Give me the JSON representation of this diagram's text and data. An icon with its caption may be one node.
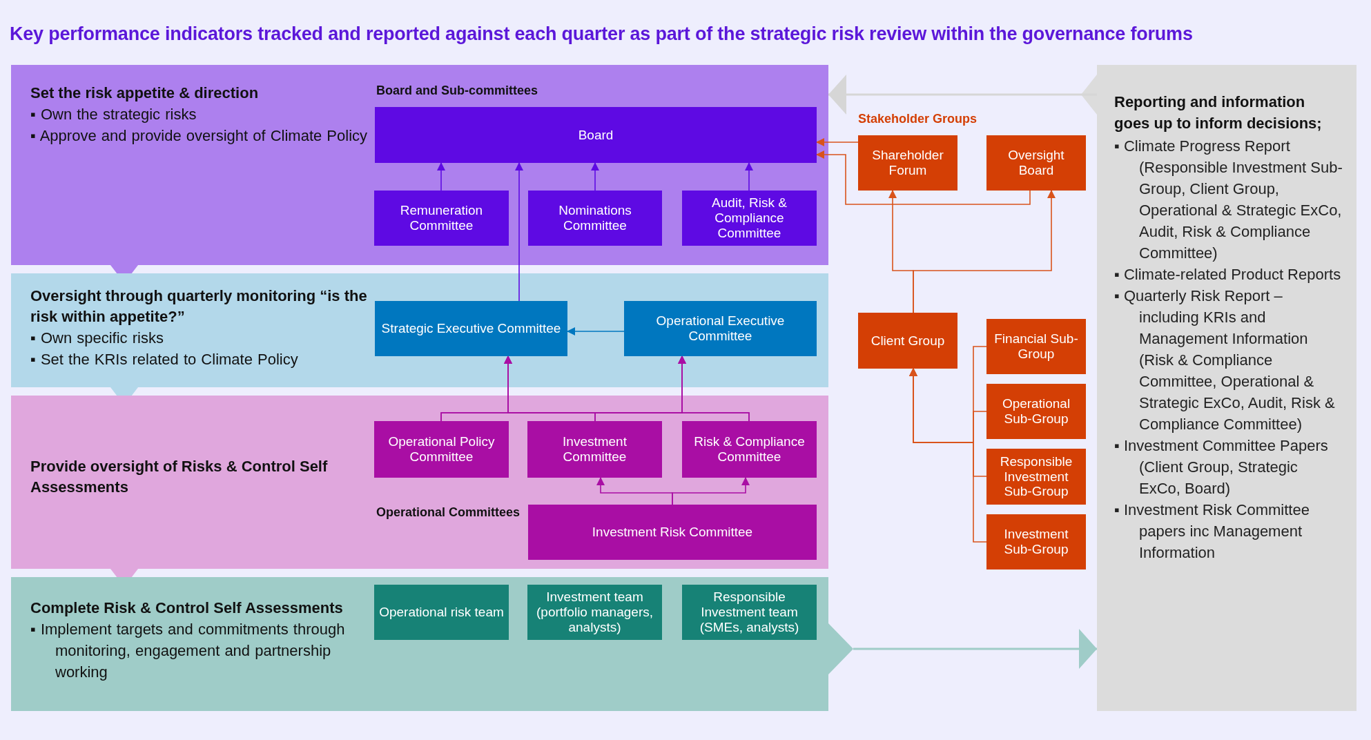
{
  "diagram": {
    "title": "Key performance indicators tracked and reported against each quarter as part of the strategic risk review within the governance forums",
    "nodes": [
      {
        "text": [
          "Set the risk appetite & direction",
          "▪ Own the strategic risks",
          "▪ Approve and provide oversight of Climate Policy"
        ]
      },
      {
        "text": [
          "Board"
        ],
        "in": 0
      },
      {
        "text": [
          "Remuneration Committee"
        ],
        "in": 0
      },
      {
        "text": [
          "Nominations Committee"
        ],
        "in": 0
      },
      {
        "text": [
          "Audit, Risk & Compliance Committee"
        ],
        "in": 0
      },
      {
        "text": [
          "Oversight through quarterly monitoring “is the risk within appetite?”",
          "▪ Own specific risks",
          "▪ Set the KRIs related to Climate Policy"
        ]
      },
      {
        "text": [
          "Strategic Executive Committee"
        ],
        "in": 5
      },
      {
        "text": [
          "Operational Executive Committee"
        ],
        "in": 5
      },
      {
        "text": [
          "Provide oversight of Risks & Control Self Assessments"
        ]
      },
      {
        "text": [
          "Operational Policy Committee"
        ],
        "in": 8
      },
      {
        "text": [
          "Investment Committee"
        ],
        "in": 8
      },
      {
        "text": [
          "Risk & Compliance Committee"
        ],
        "in": 8
      },
      {
        "text": [
          "Investment Risk Committee"
        ],
        "in": 8
      },
      {
        "text": [
          "Complete Risk & Control Self Assessments",
          "▪ Implement targets and commitments through monitoring, engagement and partnership working"
        ]
      },
      {
        "text": [
          "Operational risk team"
        ],
        "in": 13
      },
      {
        "text": [
          "Investment team (portfolio managers, analysts)"
        ],
        "in": 13
      },
      {
        "text": [
          "Responsible Investment team (SMEs, analysts)"
        ],
        "in": 13
      },
      {
        "text": [
          "Shareholder Forum"
        ]
      },
      {
        "text": [
          "Oversight Board"
        ]
      },
      {
        "text": [
          "Client Group"
        ]
      },
      {
        "text": [
          "Financial Sub-Group"
        ]
      },
      {
        "text": [
          "Operational Sub-Group"
        ]
      },
      {
        "text": [
          "Responsible Investment Sub-Group"
        ]
      },
      {
        "text": [
          "Investment Sub-Group"
        ]
      },
      {
        "text": [
          "Reporting and information goes up to inform decisions;",
          "▪ Climate Progress Report (Responsible Investment Sub-Group, Client Group, Operational & Strategic ExCo, Audit, Risk & Compliance Committee)",
          "▪ Climate-related Product Reports",
          "▪ Quarterly Risk Report – including KRIs and Management Information (Risk & Compliance Committee, Operational & Strategic ExCo, Audit, Risk & Compliance Committee)",
          "▪ Investment Committee Papers (Client Group, Strategic ExCo, Board)",
          "▪ Investment Risk Committee papers inc Management Information"
        ]
      }
    ],
    "edges": [
      {
        "from": 2,
        "to": 1,
        "arrow": "to",
        "color": "#5e0ae3"
      },
      {
        "from": 3,
        "to": 1,
        "arrow": "to",
        "color": "#5e0ae3"
      },
      {
        "from": 4,
        "to": 1,
        "arrow": "to",
        "color": "#5e0ae3"
      },
      {
        "from": 6,
        "to": 1,
        "arrow": "to",
        "color": "#5e0ae3"
      },
      {
        "from": 7,
        "to": 6,
        "arrow": "to",
        "color": "#0077bf"
      },
      {
        "from": 9,
        "to": 6,
        "arrow": "to",
        "color": "#a90ea4"
      },
      {
        "from": 10,
        "to": 6,
        "arrow": "to",
        "color": "#a90ea4"
      },
      {
        "from": 11,
        "to": 6,
        "arrow": "to",
        "color": "#a90ea4"
      },
      {
        "from": 9,
        "to": 7,
        "arrow": "to",
        "color": "#a90ea4"
      },
      {
        "from": 10,
        "to": 7,
        "arrow": "to",
        "color": "#a90ea4"
      },
      {
        "from": 11,
        "to": 7,
        "arrow": "to",
        "color": "#a90ea4"
      },
      {
        "from": 12,
        "to": 10,
        "arrow": "to",
        "color": "#a90ea4"
      },
      {
        "from": 12,
        "to": 11,
        "arrow": "to",
        "color": "#a90ea4"
      },
      {
        "from": 17,
        "to": 1,
        "arrow": "to",
        "color": "#d9531b"
      },
      {
        "from": 18,
        "to": 1,
        "arrow": "to",
        "color": "#d9531b"
      },
      {
        "from": 19,
        "to": 17,
        "arrow": "to",
        "color": "#d9531b"
      },
      {
        "from": 19,
        "to": 18,
        "arrow": "to",
        "color": "#d9531b"
      },
      {
        "from": 20,
        "to": 19,
        "arrow": "to",
        "color": "#d9531b"
      },
      {
        "from": 21,
        "to": 19,
        "arrow": "to",
        "color": "#d9531b"
      },
      {
        "from": 22,
        "to": 19,
        "arrow": "to",
        "color": "#d9531b"
      },
      {
        "from": 23,
        "to": 19,
        "arrow": "to",
        "color": "#d9531b"
      },
      {
        "from": 24,
        "to": 0,
        "arrow": "to",
        "color": "#d6d6d6"
      },
      {
        "from": 13,
        "to": 24,
        "arrow": "to",
        "color": "#9fccc8"
      }
    ],
    "labels": [
      "Board and Sub-committees",
      "Stakeholder Groups",
      "Operational Committees"
    ]
  }
}
